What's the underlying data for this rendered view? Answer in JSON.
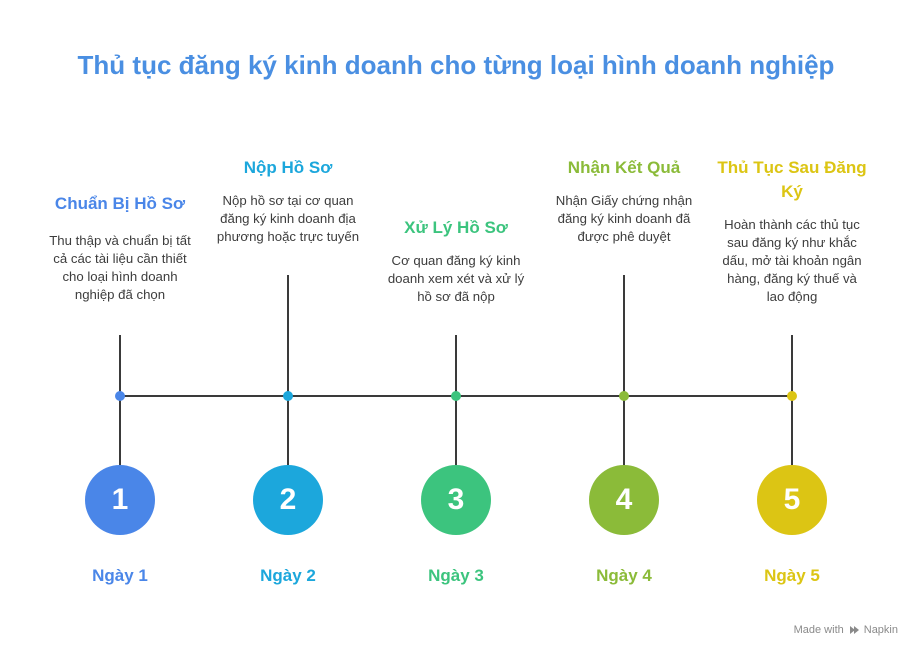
{
  "title": "Thủ tục đăng ký kinh doanh cho từng loại hình doanh nghiệp",
  "steps": [
    {
      "number": "1",
      "heading": "Chuẩn Bị Hồ Sơ",
      "description": "Thu thập và chuẩn bị tất cả các tài liệu cần thiết cho loại hình doanh nghiệp đã chọn",
      "day": "Ngày 1",
      "color": "#4a86e8"
    },
    {
      "number": "2",
      "heading": "Nộp Hồ Sơ",
      "description": "Nộp hồ sơ tại cơ quan đăng ký kinh doanh địa phương hoặc trực tuyến",
      "day": "Ngày 2",
      "color": "#1ca7dc"
    },
    {
      "number": "3",
      "heading": "Xử Lý Hồ Sơ",
      "description": "Cơ quan đăng ký kinh doanh xem xét và xử lý hồ sơ đã nộp",
      "day": "Ngày 3",
      "color": "#3cc47e"
    },
    {
      "number": "4",
      "heading": "Nhận Kết Quả",
      "description": "Nhận Giấy chứng nhận đăng ký kinh doanh đã được phê duyệt",
      "day": "Ngày 4",
      "color": "#8bbb39"
    },
    {
      "number": "5",
      "heading": "Thủ Tục Sau Đăng Ký",
      "description": "Hoàn thành các thủ tục sau đăng ký như khắc dấu, mở tài khoản ngân hàng, đăng ký thuế và lao động",
      "day": "Ngày 5",
      "color": "#dcc514"
    }
  ],
  "footer": {
    "made_with": "Made with",
    "brand": "Napkin"
  }
}
